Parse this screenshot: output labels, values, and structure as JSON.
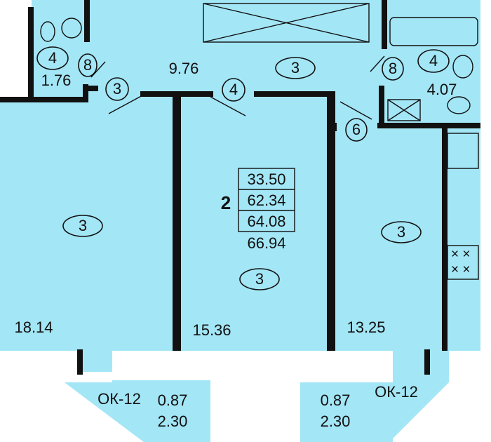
{
  "colors": {
    "room_fill": "#a3e6f6",
    "wall": "#111111",
    "background": "#ffffff"
  },
  "apartment": {
    "rooms_count": "2",
    "area_box": [
      "33.50",
      "62.34",
      "64.08"
    ],
    "area_total": "66.94"
  },
  "rooms": {
    "wc_left": {
      "area": "1.76",
      "finish_code": "4",
      "door_code": "8"
    },
    "hall": {
      "area": "9.76",
      "finish_code": "3",
      "door_code_left": "3",
      "door_code_mid": "4"
    },
    "bath": {
      "area": "4.07",
      "finish_code": "4",
      "door_code": "8"
    },
    "kitchen_door": {
      "door_code": "6"
    },
    "room_left": {
      "area": "18.14",
      "finish_code": "3"
    },
    "room_mid": {
      "area": "15.36",
      "finish_code": "3"
    },
    "kitchen": {
      "area": "13.25",
      "finish_code": "3"
    }
  },
  "balconies": {
    "left": {
      "code": "ОК-12",
      "area1": "0.87",
      "area2": "2.30"
    },
    "right": {
      "code": "ОК-12",
      "area1": "0.87",
      "area2": "2.30"
    }
  }
}
